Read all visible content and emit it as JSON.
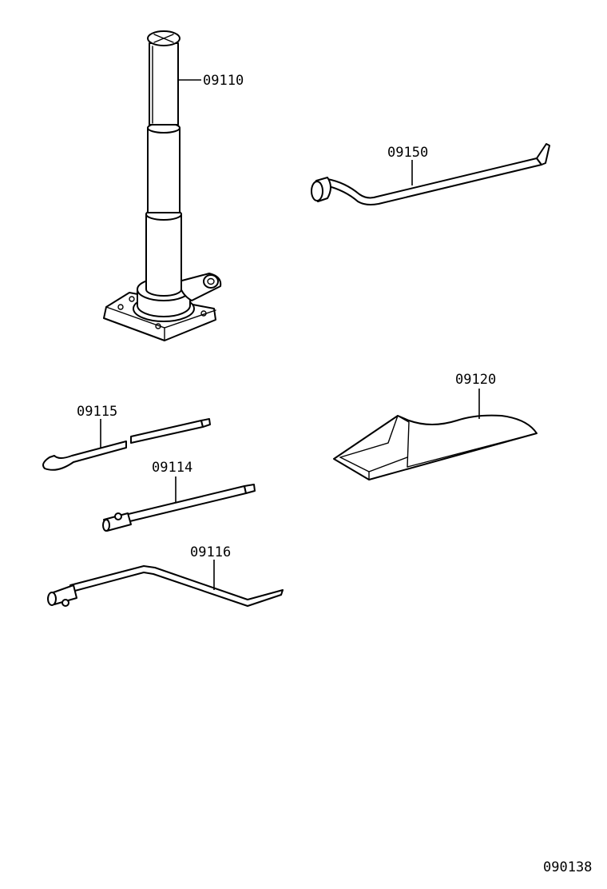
{
  "parts": [
    {
      "number": "09110",
      "icon": "jack-icon"
    },
    {
      "number": "09150",
      "icon": "jack-handle-bar-icon"
    },
    {
      "number": "09120",
      "icon": "tool-bag-icon"
    },
    {
      "number": "09115",
      "icon": "hook-rod-icon"
    },
    {
      "number": "09114",
      "icon": "extension-rod-icon"
    },
    {
      "number": "09116",
      "icon": "crank-handle-icon"
    }
  ],
  "figure_code": "090138",
  "colors": {
    "line": "#000000",
    "background": "#ffffff"
  }
}
